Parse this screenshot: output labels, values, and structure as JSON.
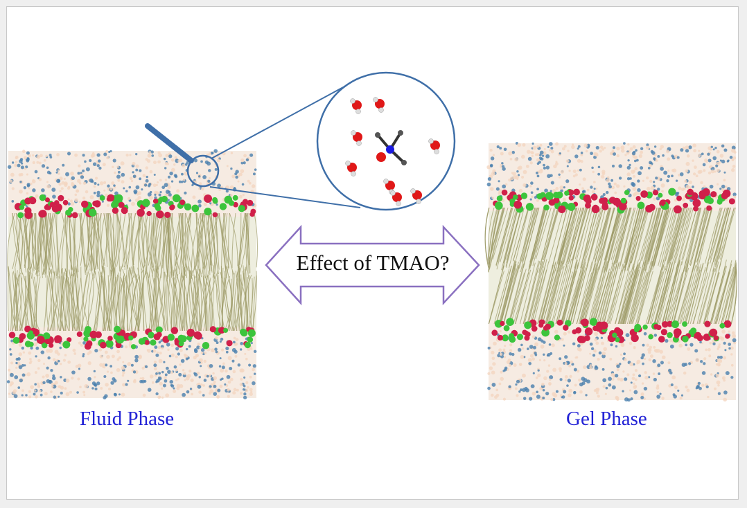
{
  "labels": {
    "left": "Fluid Phase",
    "right": "Gel Phase"
  },
  "arrow_text": "Effect of TMAO?",
  "colors": {
    "label": "#2323d6",
    "arrow": "#8a70c0",
    "magnifier": "#3f6fa8",
    "tails": "#9c9a66",
    "headgroup_red": "#d0204a",
    "headgroup_green": "#3cc43c",
    "water_blue": "#4a7fae",
    "water_peach": "#f4d6c0"
  }
}
